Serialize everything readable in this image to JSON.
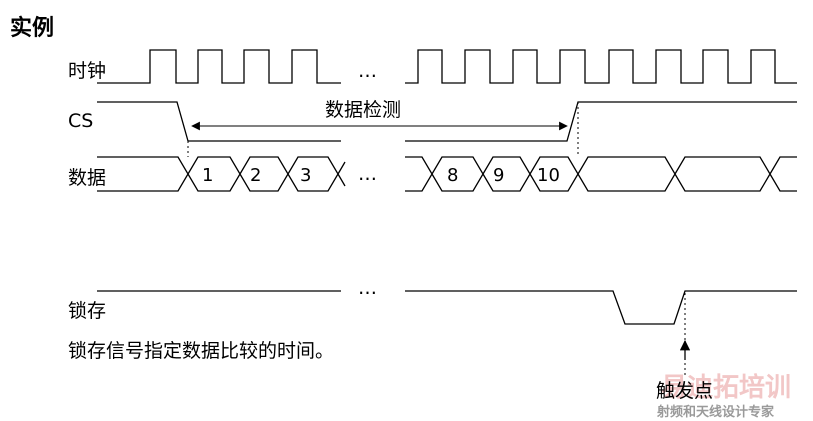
{
  "title": "实例",
  "signals": {
    "clock": "时钟",
    "cs": "CS",
    "data": "数据",
    "latch": "锁存"
  },
  "ellipsis": "…",
  "data_detect_label": "数据检测",
  "data_cells": [
    "1",
    "2",
    "3",
    "8",
    "9",
    "10"
  ],
  "caption": "锁存信号指定数据比较的时间。",
  "trigger_label": "触发点",
  "watermark": {
    "line1": "易迪拓培训",
    "line2": "射频和天线设计专家"
  }
}
